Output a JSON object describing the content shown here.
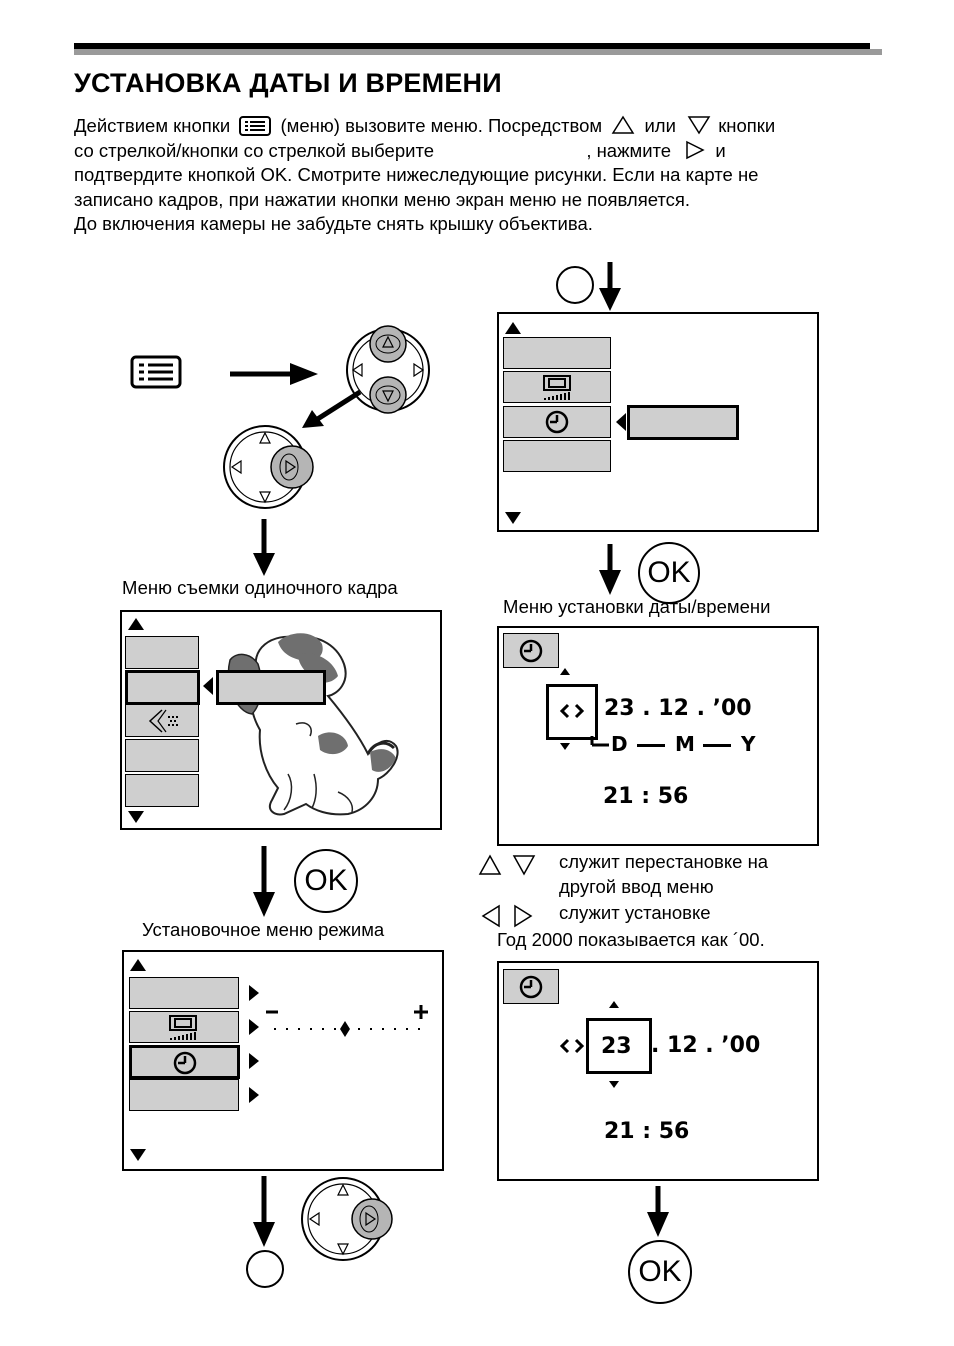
{
  "page": {
    "title": "УСТАНОВКА ДАТЫ И ВРЕМЕНИ",
    "intro": {
      "line1_a": "Действием кнопки",
      "line1_b": "(меню) вызовите меню. Посредством",
      "line1_c": "или",
      "line1_d": "кнопки",
      "line2_a": "со стрелкой/кнопки со стрелкой выберите",
      "line2_b": ", нажмите",
      "line2_c": "и",
      "line3": "подтвердите кнопкой OK. Смотрите нижеследующие рисунки. Если на карте не",
      "line4": "записано кадров, при нажатии кнопки меню экран меню не появляется.",
      "line5": "До включения камеры не забудьте снять крышку объектива."
    }
  },
  "captions": {
    "single_frame_menu": "Меню съемки одиночного кадра",
    "mode_setup_menu": "Установочное меню режима",
    "datetime_menu": "Меню установки даты/времени"
  },
  "ok_label": "OK",
  "date_screen1": {
    "date": "23 . 12 . ’00",
    "order": {
      "d": "D",
      "m": "M",
      "y": "Y"
    },
    "time": "21 : 56"
  },
  "date_screen2": {
    "day": "23",
    "rest": ". 12 . ’00",
    "time": "21 : 56"
  },
  "notes": {
    "updown": "служит перестановке на",
    "updown2": "другой ввод меню",
    "leftright": "служит установке",
    "year": "Год 2000 показывается как ´00."
  },
  "icons": [
    "menu-icon",
    "up-triangle-icon",
    "down-triangle-icon",
    "right-triangle-icon",
    "left-triangle-icon",
    "clock-icon",
    "sharpness-icon",
    "dog-image"
  ]
}
